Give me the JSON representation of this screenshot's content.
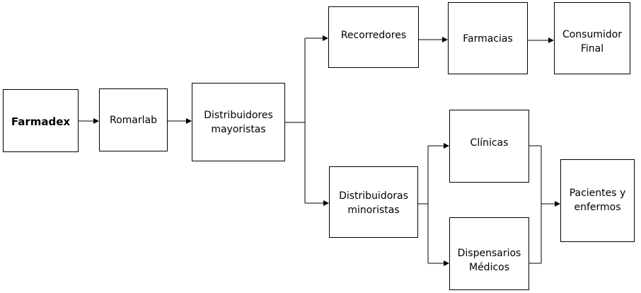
{
  "diagram": {
    "nodes": {
      "farmadex": "Farmadex",
      "romarlab": "Romarlab",
      "distribuidores_mayoristas": "Distribuidores\nmayoristas",
      "recorredores": "Recorredores",
      "farmacias": "Farmacias",
      "consumidor_final": "Consumidor\nFinal",
      "distribuidoras_minoristas": "Distribuidoras\nminoristas",
      "clinicas": "Clínicas",
      "dispensarios_medicos": "Dispensarios\nMédicos",
      "pacientes_enfermos": "Pacientes y\nenfermos"
    },
    "line_color": "#000000",
    "box_border_color": "#000000"
  }
}
